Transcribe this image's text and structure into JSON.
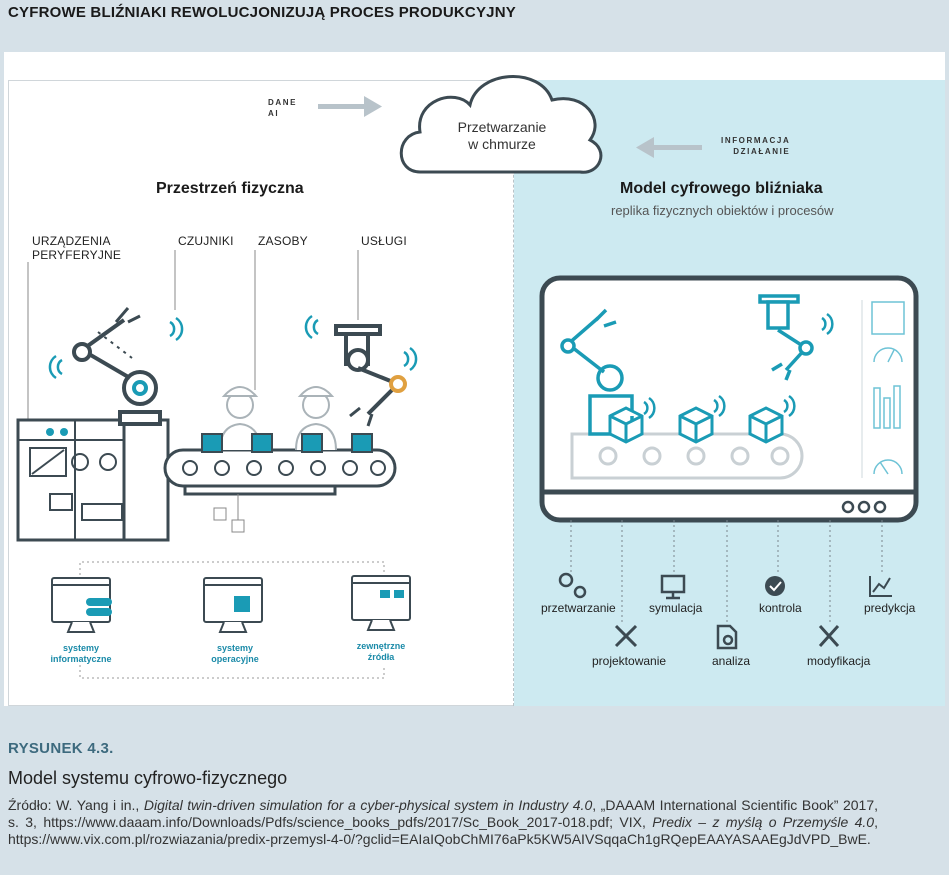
{
  "header": {
    "title": "CYFROWE BLIŹNIAKI REWOLUCJONIZUJĄ PROCES PRODUKCYJNY"
  },
  "cloud": {
    "label_line1": "Przetwarzanie",
    "label_line2": "w chmurze",
    "left_arrow_line1": "DANE",
    "left_arrow_line2": "AI",
    "right_arrow_line1": "INFORMACJA",
    "right_arrow_line2": "DZIAŁANIE"
  },
  "physical": {
    "title": "Przestrzeń fizyczna",
    "categories": [
      {
        "line1": "URZĄDZENIA",
        "line2": "PERYFERYJNE"
      },
      {
        "line1": "CZUJNIKI",
        "line2": ""
      },
      {
        "line1": "ZASOBY",
        "line2": ""
      },
      {
        "line1": "USŁUGI",
        "line2": ""
      }
    ],
    "systems": [
      {
        "line1": "systemy",
        "line2": "informatyczne"
      },
      {
        "line1": "systemy",
        "line2": "operacyjne"
      },
      {
        "line1": "zewnętrzne",
        "line2": "źródła"
      }
    ]
  },
  "digital": {
    "title": "Model cyfrowego bliźniaka",
    "subtitle": "replika fizycznych obiektów i procesów",
    "functions_row1": [
      "przetwarzanie",
      "symulacja",
      "kontrola",
      "predykcja"
    ],
    "functions_row2": [
      "projektowanie",
      "analiza",
      "modyfikacja"
    ]
  },
  "colors": {
    "accent": "#1a9bb5",
    "dark": "#3c4a52",
    "twin_bg": "#cdeaf1",
    "page_bg": "#d6e1e8"
  },
  "figure": {
    "number": "RYSUNEK 4.3.",
    "title": "Model systemu cyfrowo-fizycznego",
    "source_prefix": "Źródło: W. Yang i in., ",
    "source_work1": "Digital twin-driven simulation for a cyber-physical system in Industry 4.0",
    "source_mid1": ", „DAAAM International Scientific Book” 2017, s. 3, https://www.daaam.info/Downloads/Pdfs/science_books_pdfs/2017/Sc_Book_2017-018.pdf; VIX, ",
    "source_work2": "Predix – z myślą o Przemyśle 4.0",
    "source_mid2": ", https://www.vix.com.pl/rozwiazania/predix-przemysl-4-0/?gclid=EAIaIQobChMI76aPk5KW5AIVSqqaCh1gRQepEAAYASAAEgJdVPD_BwE."
  }
}
